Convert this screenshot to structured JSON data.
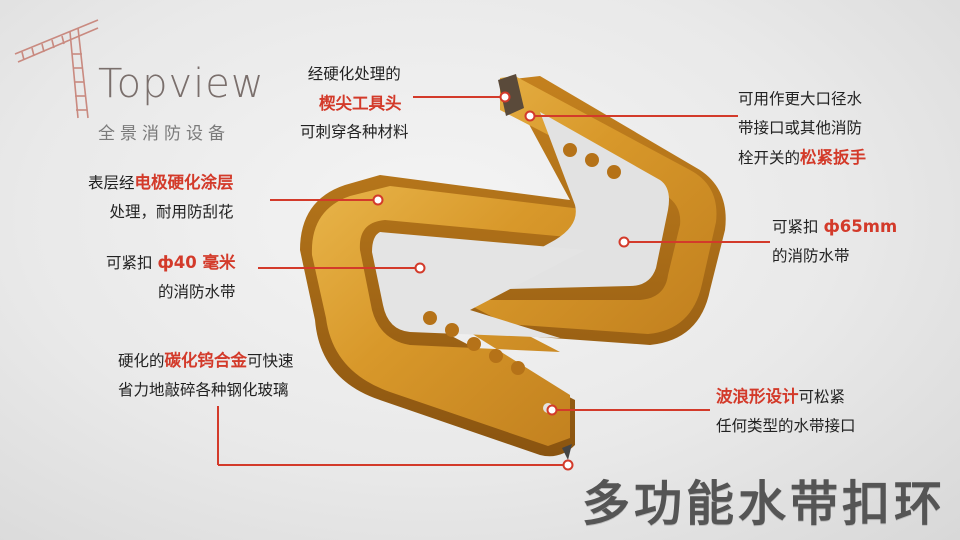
{
  "logo": {
    "wordmark": "Topview",
    "subtitle": "全景消防设备"
  },
  "annotations": {
    "wedge_tip": {
      "line1": "经硬化处理的",
      "highlight": "楔尖工具头",
      "line3": "可刺穿各种材料"
    },
    "wrench": {
      "line1": "可用作更大口径水",
      "line2": "带接口或其他消防",
      "line3_prefix": "栓开关的",
      "highlight": "松紧扳手"
    },
    "coating": {
      "prefix": "表层经",
      "highlight": "电极硬化涂层",
      "line2": "处理，耐用防刮花"
    },
    "phi65": {
      "prefix": "可紧扣 ",
      "highlight": "ф65mm",
      "line2": "的消防水带"
    },
    "phi40": {
      "prefix": "可紧扣 ",
      "highlight": "ф40 毫米",
      "line2": "的消防水带"
    },
    "carbide": {
      "prefix": "硬化的",
      "highlight": "碳化钨合金",
      "suffix": "可快速",
      "line2": "省力地敲碎各种钢化玻璃"
    },
    "wave": {
      "highlight": "波浪形设计",
      "suffix": "可松紧",
      "line2": "任何类型的水带接口"
    }
  },
  "title": "多功能水带扣环",
  "colors": {
    "accent": "#d33a2a",
    "tool_gold": "#d89a2a"
  }
}
